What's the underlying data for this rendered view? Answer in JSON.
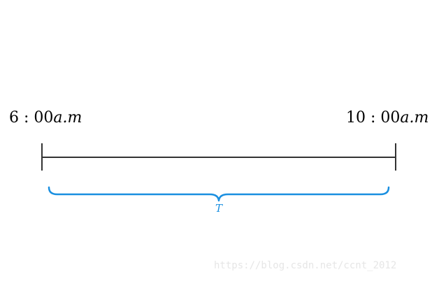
{
  "timeline": {
    "start_label": {
      "number": "6 : 00",
      "suffix": "a.m"
    },
    "end_label": {
      "number": "10 : 00",
      "suffix": "a.m"
    },
    "span_label": "T",
    "line_color": "#333333",
    "brace_color": "#1a8fe0"
  },
  "watermark": "https://blog.csdn.net/ccnt_2012"
}
